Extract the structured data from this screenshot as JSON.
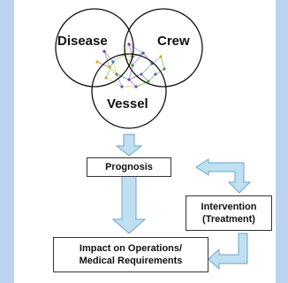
{
  "venn": {
    "circles": [
      {
        "label": "Disease"
      },
      {
        "label": "Crew"
      },
      {
        "label": "Vessel"
      }
    ]
  },
  "boxes": {
    "prognosis": "Prognosis",
    "intervention_line1": "Intervention",
    "intervention_line2": "(Treatment)",
    "impact_line1": "Impact on Operations/",
    "impact_line2": "Medical Requirements"
  },
  "colors": {
    "background": "#b9d3f0",
    "arrow_fill": "#bfe0f2",
    "arrow_stroke": "#6fa3c7",
    "network_nodes": [
      "#7b3fa3",
      "#4a9a3c",
      "#d9a81f",
      "#3a6fc4"
    ]
  }
}
